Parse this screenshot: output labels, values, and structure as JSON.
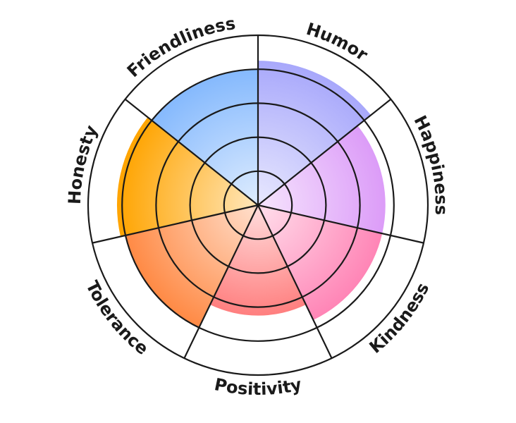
{
  "chart_data": {
    "type": "polar-area",
    "title": "",
    "scale_max": 10,
    "rings": 5,
    "categories": [
      "Humor",
      "Happiness",
      "Kindness",
      "Positivity",
      "Tolerance",
      "Honesty",
      "Friendliness"
    ],
    "values": [
      8.5,
      7.5,
      7.5,
      6.5,
      8,
      8.3,
      8
    ],
    "colors": [
      "#a8a8fb",
      "#dc9cf8",
      "#ff85b6",
      "#ff7f7f",
      "#ff8a45",
      "#ffa400",
      "#85b9fd"
    ],
    "grid": true,
    "legend": "none"
  }
}
